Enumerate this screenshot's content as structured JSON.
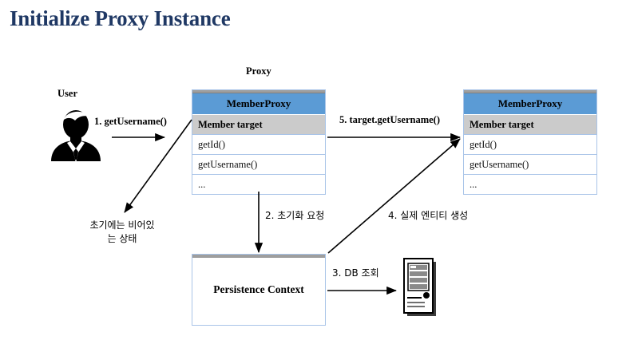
{
  "title": "Initialize Proxy Instance",
  "colors": {
    "title": "#1F3864",
    "class_header": "#5B9BD5",
    "class_field": "#CBCBCB",
    "class_border": "#A9C4E8",
    "top_edge": "#9E9E9E",
    "arrow": "#000000",
    "canvas": "#FFFFFF"
  },
  "labels": {
    "user": "User",
    "proxy": "Proxy",
    "empty_state_line1": "초기에는 비어있",
    "empty_state_line2": "는 상태",
    "persistence_context": "Persistence Context"
  },
  "steps": [
    {
      "n": "1.",
      "text": "1. getUsername()"
    },
    {
      "n": "2.",
      "text": "2. 초기화 요청"
    },
    {
      "n": "3.",
      "text": "3. DB 조회"
    },
    {
      "n": "4.",
      "text": "4. 실제 엔티티 생성"
    },
    {
      "n": "5.",
      "text": "5. target.getUsername()"
    }
  ],
  "classes": [
    {
      "id": "proxy-left",
      "caption": "Proxy",
      "header": "MemberProxy",
      "field": "Member target",
      "methods": [
        "getId()",
        "getUsername()",
        "..."
      ]
    },
    {
      "id": "proxy-right",
      "caption": "",
      "header": "MemberProxy",
      "field": "Member target",
      "methods": [
        "getId()",
        "getUsername()",
        "..."
      ]
    }
  ],
  "icons": {
    "user": "user-silhouette-icon",
    "database": "server-tower-icon"
  }
}
